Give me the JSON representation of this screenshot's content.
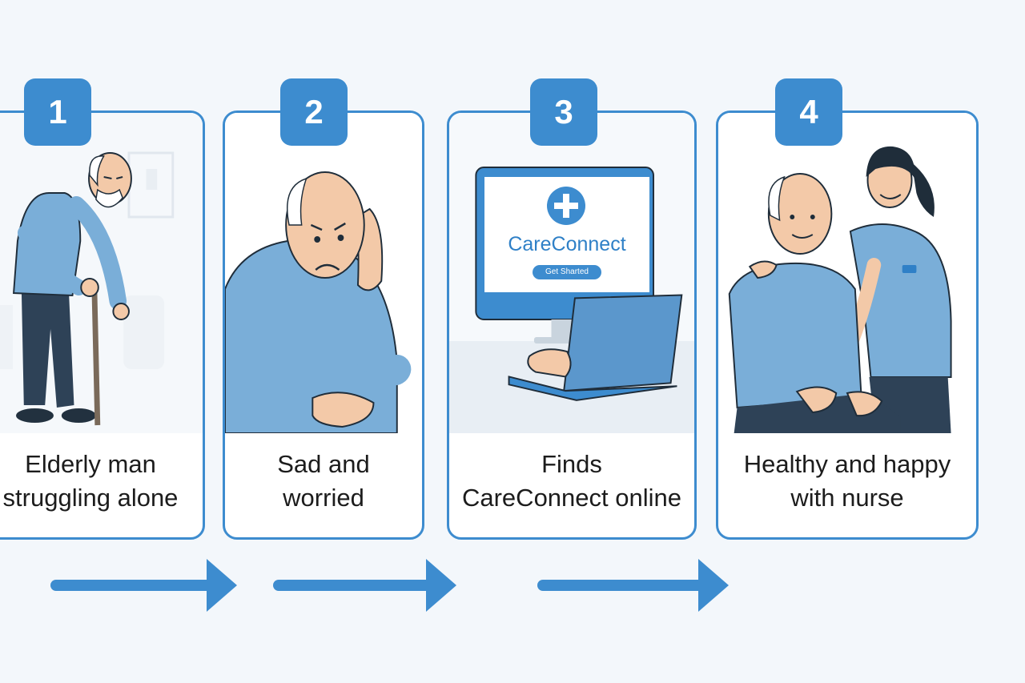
{
  "steps": [
    {
      "number": "1",
      "caption_line1": "Elderly man",
      "caption_line2": "struggling  alone"
    },
    {
      "number": "2",
      "caption_line1": "Sad and",
      "caption_line2": "worried"
    },
    {
      "number": "3",
      "caption_line1": "Finds",
      "caption_line2": "CareConnect online"
    },
    {
      "number": "4",
      "caption_line1": "Healthy and happy",
      "caption_line2": "with nurse"
    }
  ],
  "screen": {
    "brand": "CareConnect",
    "cta": "Get Sharted"
  },
  "colors": {
    "accent": "#3d8ccf",
    "shirt": "#7aaed8",
    "skin": "#f3c9a8",
    "pants": "#2e4257"
  }
}
